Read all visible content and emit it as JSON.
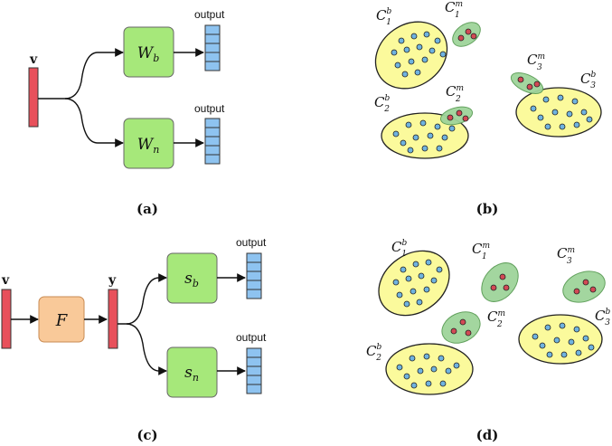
{
  "panels": {
    "a": {
      "caption": "(a)",
      "input_label": "v",
      "top_box": {
        "main": "W",
        "sub": "b"
      },
      "bottom_box": {
        "main": "W",
        "sub": "n"
      },
      "output_top": "output",
      "output_bottom": "output"
    },
    "b": {
      "caption": "(b)",
      "cluster_labels": [
        {
          "main": "C",
          "sup": "b",
          "sub": "1"
        },
        {
          "main": "C",
          "sup": "m",
          "sub": "1"
        },
        {
          "main": "C",
          "sup": "b",
          "sub": "2"
        },
        {
          "main": "C",
          "sup": "m",
          "sub": "2"
        },
        {
          "main": "C",
          "sup": "m",
          "sub": "3"
        },
        {
          "main": "C",
          "sup": "b",
          "sub": "3"
        }
      ]
    },
    "c": {
      "caption": "(c)",
      "input_label": "v",
      "transform_label": "F",
      "feature_label": "y",
      "top_box": {
        "main": "s",
        "sub": "b"
      },
      "bottom_box": {
        "main": "s",
        "sub": "n"
      },
      "output_top": "output",
      "output_bottom": "output"
    },
    "d": {
      "caption": "(d)",
      "cluster_labels": [
        {
          "main": "C",
          "sup": "b",
          "sub": "1"
        },
        {
          "main": "C",
          "sup": "m",
          "sub": "1"
        },
        {
          "main": "C",
          "sup": "m",
          "sub": "3"
        },
        {
          "main": "C",
          "sup": "m",
          "sub": "2"
        },
        {
          "main": "C",
          "sup": "b",
          "sub": "2"
        },
        {
          "main": "C",
          "sup": "b",
          "sub": "3"
        }
      ]
    }
  },
  "colors": {
    "input_bar": "#e8505b",
    "module_box": "#a6e87a",
    "output_cell": "#8ec3f0",
    "transform_box": "#f9c999",
    "base_cluster": "#fbfa9c",
    "novel_cluster": "#9fd49a",
    "base_point": "#6fb3e0",
    "novel_point": "#d24a55"
  }
}
